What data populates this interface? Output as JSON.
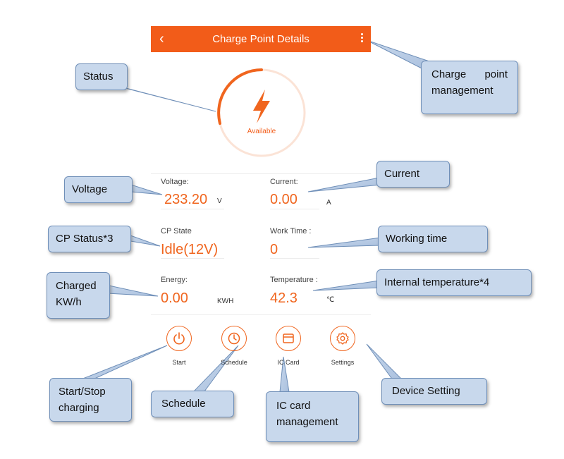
{
  "header": {
    "back_icon": "chevron-left-icon",
    "title": "Charge Point Details",
    "menu_icon": "more-vertical-icon",
    "color": "#f25c19"
  },
  "status": {
    "icon": "lightning-bolt-icon",
    "text": "Available"
  },
  "metrics": {
    "voltage": {
      "label": "Voltage:",
      "value": "233.20",
      "unit": "V"
    },
    "current": {
      "label": "Current:",
      "value": "0.00",
      "unit": "A"
    },
    "cp_state": {
      "label": "CP State",
      "value": "Idle(12V)"
    },
    "work_time": {
      "label": "Work Time :",
      "value": "0"
    },
    "energy": {
      "label": "Energy:",
      "value": "0.00",
      "unit": "KWH"
    },
    "temperature": {
      "label": "Temperature :",
      "value": "42.3",
      "unit": "℃"
    }
  },
  "actions": [
    {
      "label": "Start",
      "icon": "power-icon"
    },
    {
      "label": "Schedule",
      "icon": "clock-icon"
    },
    {
      "label": "IC Card",
      "icon": "card-icon"
    },
    {
      "label": "Settings",
      "icon": "gear-icon"
    }
  ],
  "callouts": {
    "status": "Status",
    "management": "Charge point management",
    "current": "Current",
    "voltage": "Voltage",
    "cp_status": "CP Status*3",
    "working_time": "Working time",
    "charged": "Charged KW/h",
    "temperature": "Internal temperature*4",
    "start_stop": "Start/Stop charging",
    "schedule": "Schedule",
    "ic_card": "IC card management",
    "device_setting": "Device Setting"
  }
}
